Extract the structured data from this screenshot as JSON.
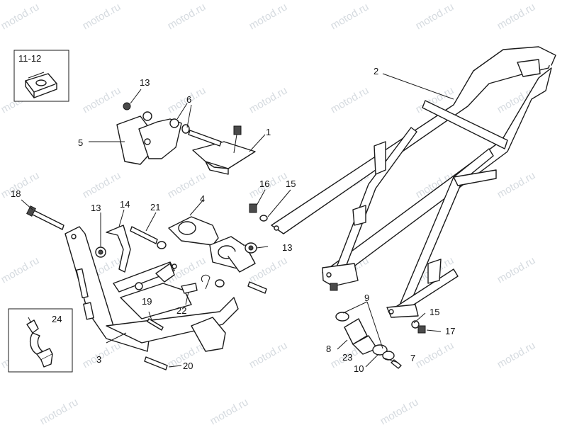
{
  "watermark": "motod.ru",
  "callouts": {
    "c1": "1",
    "c2": "2",
    "c3": "3",
    "c4": "4",
    "c5": "5",
    "c6": "6",
    "c7": "7",
    "c8": "8",
    "c9": "9",
    "c10": "10",
    "c11_12": "11-12",
    "c13a": "13",
    "c13b": "13",
    "c13c": "13",
    "c14": "14",
    "c15a": "15",
    "c15b": "15",
    "c16": "16",
    "c17": "17",
    "c18": "18",
    "c19": "19",
    "c20": "20",
    "c21": "21",
    "c22": "22",
    "c23": "23",
    "c24": "24"
  }
}
